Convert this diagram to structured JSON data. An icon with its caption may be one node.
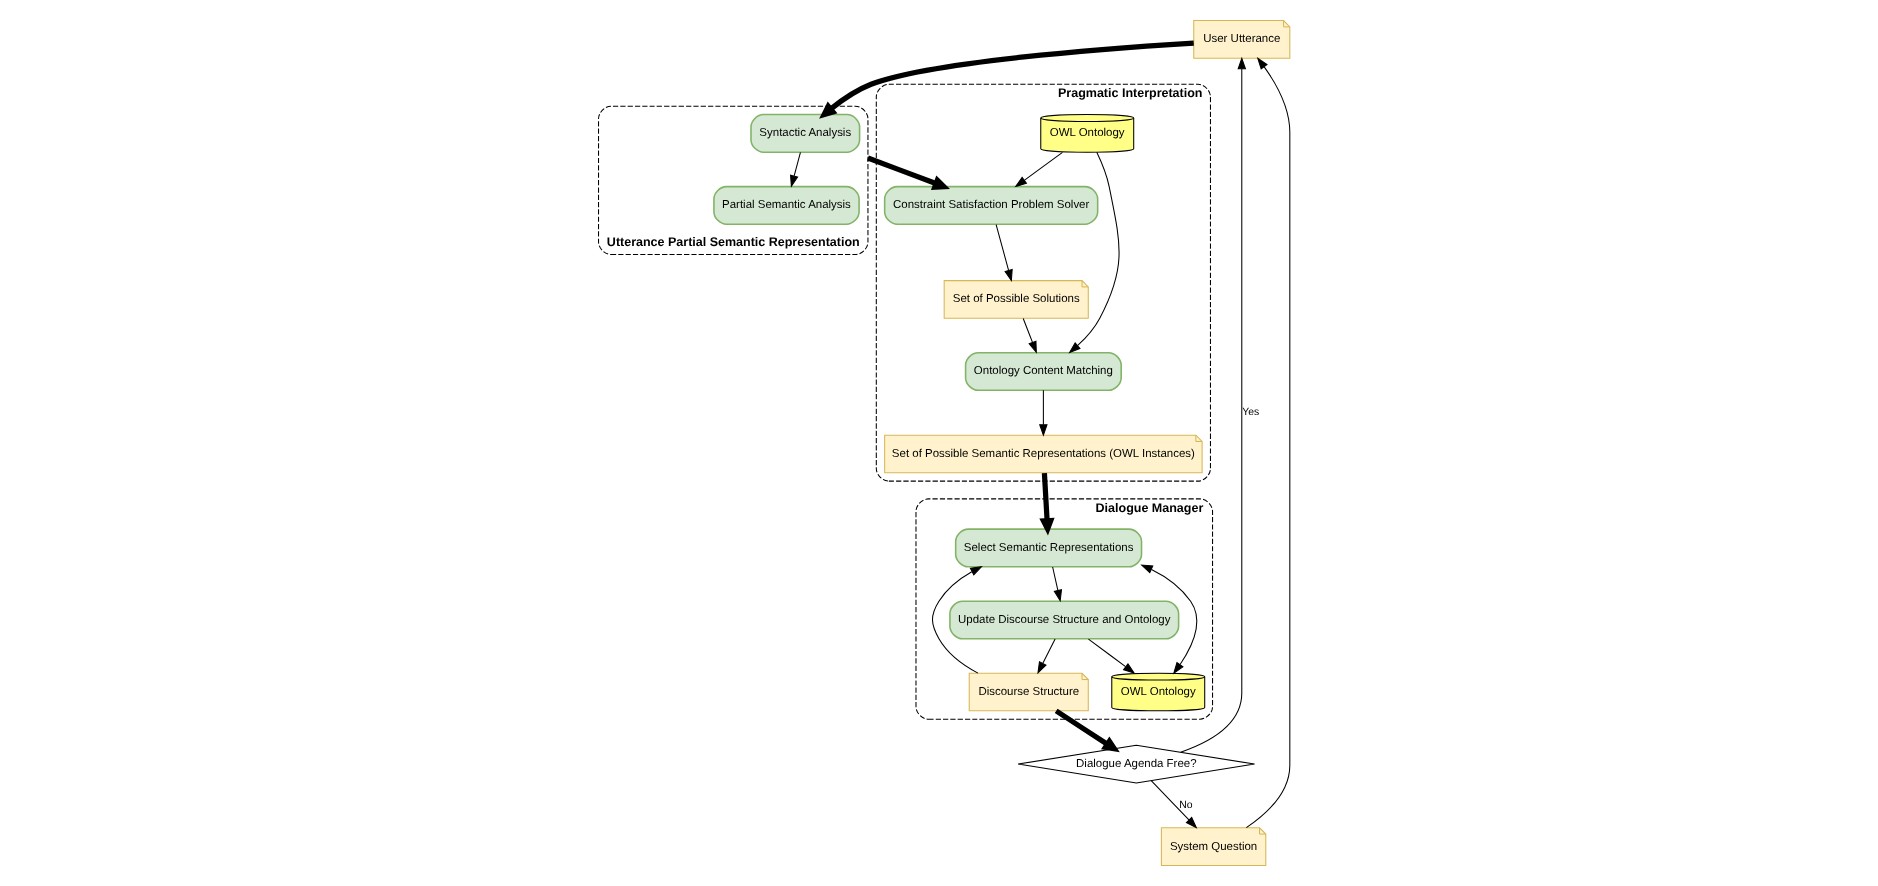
{
  "diagram": {
    "nodes": [
      {
        "text": [
          "User Utterance"
        ]
      },
      {
        "text": [
          "System Question"
        ]
      },
      {
        "text": [
          "Dialogue Agenda Free?"
        ]
      },
      {
        "text": [
          "Utterance Partial Semantic Representation"
        ]
      },
      {
        "text": [
          "Syntactic Analysis"
        ],
        "in": 3
      },
      {
        "text": [
          "Partial Semantic Analysis"
        ],
        "in": 3
      },
      {
        "text": [
          "Pragmatic Interpretation"
        ]
      },
      {
        "text": [
          "Constraint Satisfaction Problem Solver"
        ],
        "in": 6
      },
      {
        "text": [
          "OWL Ontology"
        ],
        "in": 6
      },
      {
        "text": [
          "Set of Possible Solutions"
        ],
        "in": 6
      },
      {
        "text": [
          "Ontology Content Matching"
        ],
        "in": 6
      },
      {
        "text": [
          "Set of Possible Semantic Representations (OWL Instances)"
        ],
        "in": 6
      },
      {
        "text": [
          "Dialogue Manager"
        ]
      },
      {
        "text": [
          "Discourse Structure"
        ],
        "in": 12
      },
      {
        "text": [
          "Select Semantic Representations"
        ],
        "in": 12
      },
      {
        "text": [
          "OWL Ontology"
        ],
        "in": 12
      },
      {
        "text": [
          "Update Discourse Structure and Ontology"
        ],
        "in": 12
      }
    ],
    "edges": [
      {
        "from": 0,
        "to": 4,
        "arrow": "to",
        "style": "thick"
      },
      {
        "from": 4,
        "to": 5,
        "arrow": "to"
      },
      {
        "from": 3,
        "to": 7,
        "arrow": "to",
        "style": "thick"
      },
      {
        "from": 8,
        "to": 7,
        "arrow": "to"
      },
      {
        "from": 7,
        "to": 9,
        "arrow": "to"
      },
      {
        "from": 8,
        "to": 10,
        "arrow": "to"
      },
      {
        "from": 9,
        "to": 10,
        "arrow": "to"
      },
      {
        "from": 10,
        "to": 11,
        "arrow": "to"
      },
      {
        "from": 11,
        "to": 14,
        "arrow": "to",
        "style": "thick"
      },
      {
        "from": 13,
        "to": 14,
        "arrow": "to"
      },
      {
        "from": 15,
        "to": 14,
        "arrow": "both"
      },
      {
        "from": 16,
        "to": 13,
        "arrow": "to"
      },
      {
        "from": 16,
        "to": 15,
        "arrow": "to"
      },
      {
        "from": 14,
        "to": 16,
        "arrow": "to"
      },
      {
        "from": 13,
        "to": 2,
        "arrow": "to",
        "style": "thick"
      },
      {
        "from": 2,
        "to": 1,
        "arrow": "to",
        "label": "No"
      },
      {
        "from": 1,
        "to": 0,
        "arrow": "to"
      },
      {
        "from": 2,
        "to": 0,
        "arrow": "to",
        "label": "Yes"
      }
    ]
  }
}
